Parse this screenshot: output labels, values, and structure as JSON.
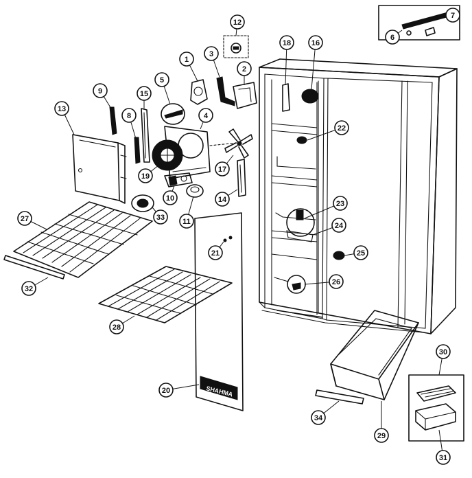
{
  "parts": [
    {
      "id": "p1",
      "label": "1"
    },
    {
      "id": "p2",
      "label": "2"
    },
    {
      "id": "p3",
      "label": "3"
    },
    {
      "id": "p4",
      "label": "4"
    },
    {
      "id": "p5",
      "label": "5"
    },
    {
      "id": "p6",
      "label": "6"
    },
    {
      "id": "p7",
      "label": "7"
    },
    {
      "id": "p8",
      "label": "8"
    },
    {
      "id": "p9",
      "label": "9"
    },
    {
      "id": "p10",
      "label": "10"
    },
    {
      "id": "p11",
      "label": "11"
    },
    {
      "id": "p12",
      "label": "12"
    },
    {
      "id": "p13",
      "label": "13"
    },
    {
      "id": "p14",
      "label": "14"
    },
    {
      "id": "p15",
      "label": "15"
    },
    {
      "id": "p16",
      "label": "16"
    },
    {
      "id": "p17",
      "label": "17"
    },
    {
      "id": "p18",
      "label": "18"
    },
    {
      "id": "p19",
      "label": "19"
    },
    {
      "id": "p20",
      "label": "20"
    },
    {
      "id": "p21",
      "label": "21"
    },
    {
      "id": "p22",
      "label": "22"
    },
    {
      "id": "p23",
      "label": "23"
    },
    {
      "id": "p24",
      "label": "24"
    },
    {
      "id": "p25",
      "label": "25"
    },
    {
      "id": "p26",
      "label": "26"
    },
    {
      "id": "p27",
      "label": "27"
    },
    {
      "id": "p28",
      "label": "28"
    },
    {
      "id": "p29",
      "label": "29"
    },
    {
      "id": "p30",
      "label": "30"
    },
    {
      "id": "p31",
      "label": "31"
    },
    {
      "id": "p32",
      "label": "32"
    },
    {
      "id": "p33",
      "label": "33"
    },
    {
      "id": "p34",
      "label": "34"
    }
  ],
  "panel_logo_text": "SHAHMA",
  "colors": {
    "ink": "#111111",
    "paper": "#ffffff"
  }
}
